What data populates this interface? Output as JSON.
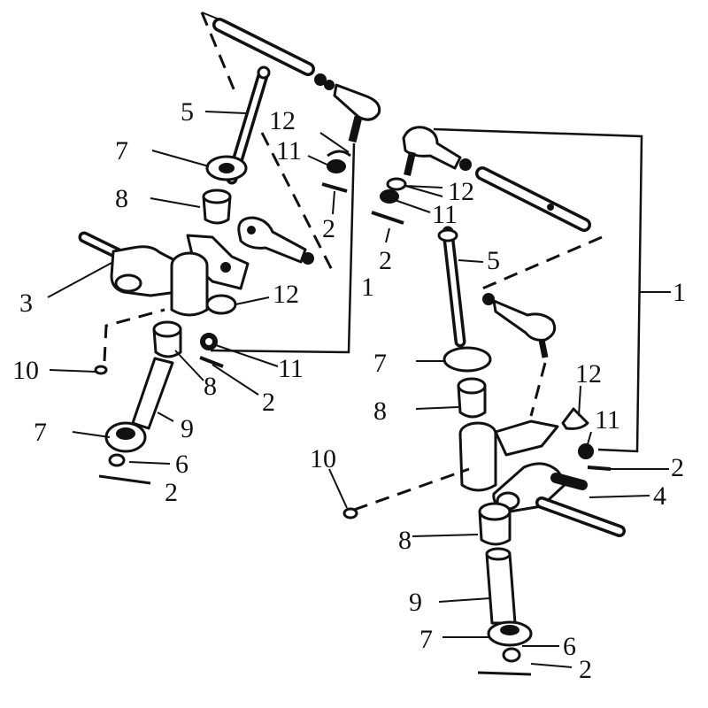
{
  "colors": {
    "ink": "#111111",
    "paper": "#ffffff"
  },
  "callouts": {
    "left": {
      "c1": "1",
      "c2a": "2",
      "c2b": "2",
      "c2c": "2",
      "c3": "3",
      "c5": "5",
      "c6": "6",
      "c7a": "7",
      "c7b": "7",
      "c8a": "8",
      "c8b": "8",
      "c9": "9",
      "c10": "10",
      "c11a": "11",
      "c11b": "11",
      "c12a": "12",
      "c12b": "12"
    },
    "right": {
      "c1": "1",
      "c2a": "2",
      "c2b": "2",
      "c2c": "2",
      "c4": "4",
      "c5": "5",
      "c6": "6",
      "c7a": "7",
      "c7b": "7",
      "c8a": "8",
      "c8b": "8",
      "c9": "9",
      "c10": "10",
      "c11a": "11",
      "c11b": "11",
      "c12a": "12",
      "c12b": "12"
    }
  }
}
